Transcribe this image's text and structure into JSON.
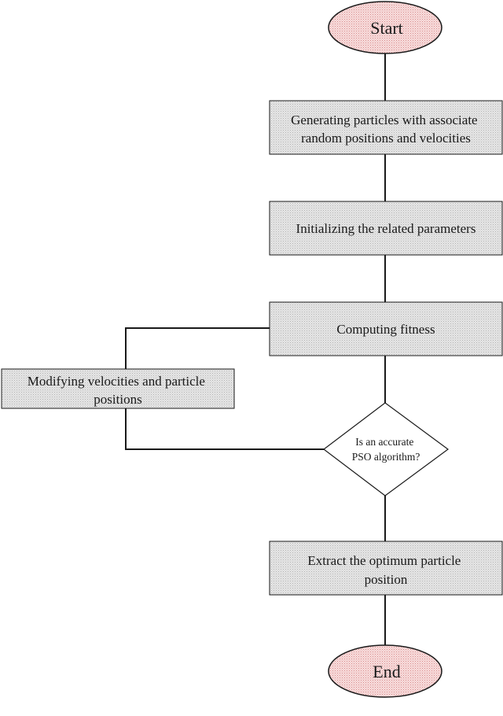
{
  "flowchart": {
    "start": {
      "label": "Start"
    },
    "step1": {
      "lines": [
        "Generating particles with associate",
        "random positions and velocities"
      ]
    },
    "step2": {
      "lines": [
        "Initializing the related parameters"
      ]
    },
    "step3": {
      "lines": [
        "Computing fitness"
      ]
    },
    "modify": {
      "lines": [
        "Modifying velocities and particle",
        "positions"
      ]
    },
    "decision": {
      "lines": [
        "Is an accurate",
        "PSO algorithm?"
      ]
    },
    "extract": {
      "lines": [
        "Extract the optimum particle",
        "position"
      ]
    },
    "end": {
      "label": "End"
    }
  },
  "colors": {
    "box_fill": "#e6e6e6",
    "box_dots": "#b8b8b8",
    "terminal_fill": "#f6d9d9",
    "terminal_dots": "#d98c8c",
    "stroke": "#1a1a1a"
  }
}
